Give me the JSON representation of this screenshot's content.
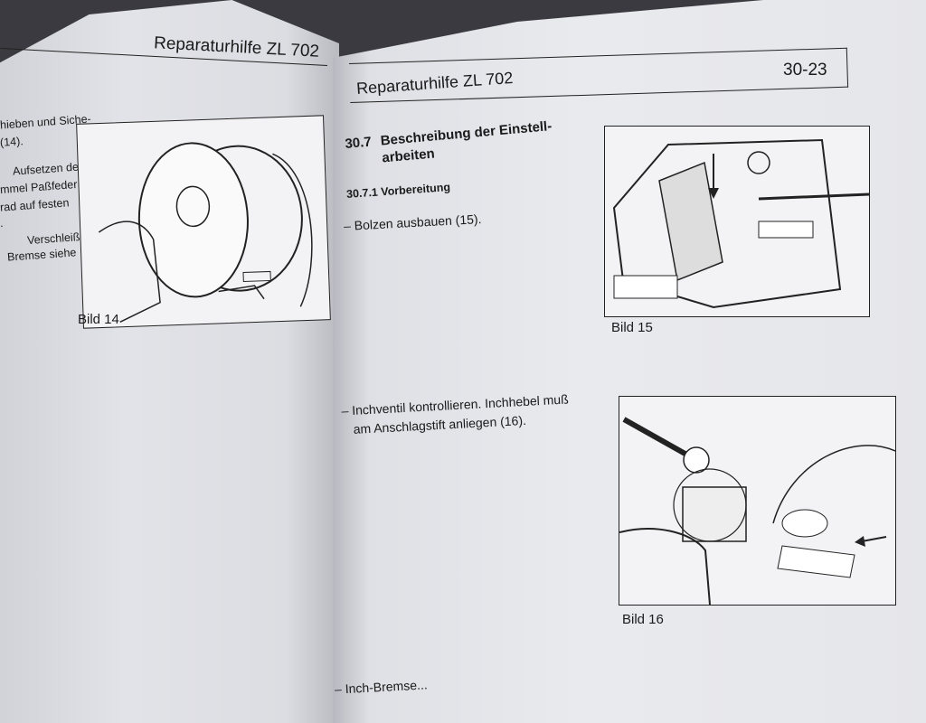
{
  "left_page": {
    "header_title": "Reparaturhilfe ZL 702",
    "text_lines": [
      "hieben und Siche-",
      "(14).",
      "Aufsetzen der",
      "mmel Paßfeder",
      "rad auf festen",
      ".",
      "Verschleiß-",
      "Bremse siehe"
    ],
    "figure_caption": "Bild 14"
  },
  "right_page": {
    "header_title": "Reparaturhilfe ZL 702",
    "page_number": "30-23",
    "section_number": "30.7",
    "section_title_line1": "Beschreibung der Einstell-",
    "section_title_line2": "arbeiten",
    "subsection": "30.7.1 Vorbereitung",
    "step1": "– Bolzen ausbauen (15).",
    "figure15_caption": "Bild 15",
    "step2_line1": "– Inchventil kontrollieren. Inchhebel muß",
    "step2_line2": "am Anschlagstift anliegen (16).",
    "figure16_caption": "Bild 16",
    "step3": "– Inch-Bremse..."
  }
}
